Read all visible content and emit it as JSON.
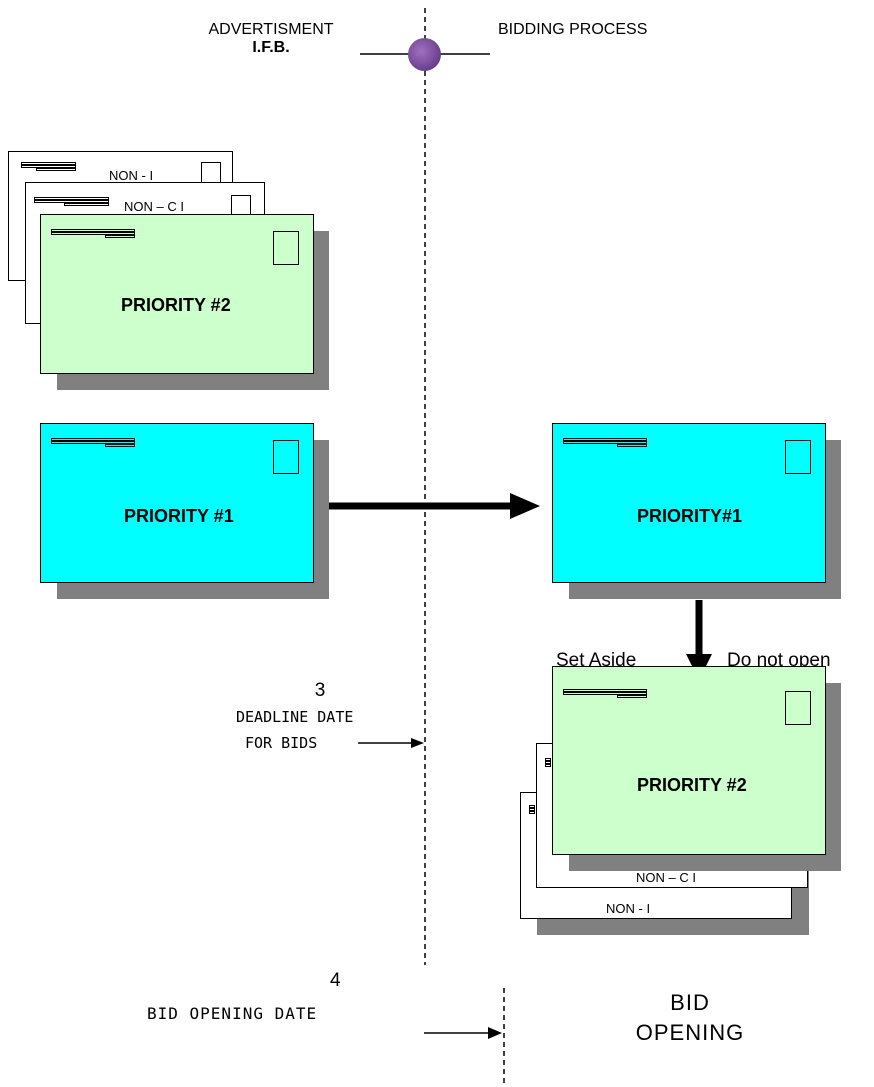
{
  "header": {
    "left_line1": "ADVERTISMENT",
    "left_line2": "I.F.B.",
    "right": "BIDDING PROCESS"
  },
  "left_stack": {
    "back_label": "NON - I",
    "middle_label": "NON – C I",
    "front_label": "PRIORITY #2"
  },
  "left_priority1": {
    "label": "PRIORITY #1"
  },
  "right_priority1": {
    "label": "PRIORITY#1"
  },
  "set_aside": {
    "left": "Set Aside",
    "right": "Do not open"
  },
  "right_stack": {
    "front_label": "PRIORITY #2",
    "middle_label": "NON – C I",
    "back_label": "NON - I"
  },
  "deadline": {
    "number": "3",
    "line1": "DEADLINE DATE",
    "line2": "FOR BIDS"
  },
  "opening": {
    "number": "4",
    "label": "BID OPENING DATE"
  },
  "bid_opening": {
    "line1": "BID",
    "line2": "OPENING"
  },
  "colors": {
    "priority2": "#ccffcc",
    "priority1": "#00ffff",
    "shadow": "#808080",
    "dot": "#7f4f9f"
  }
}
